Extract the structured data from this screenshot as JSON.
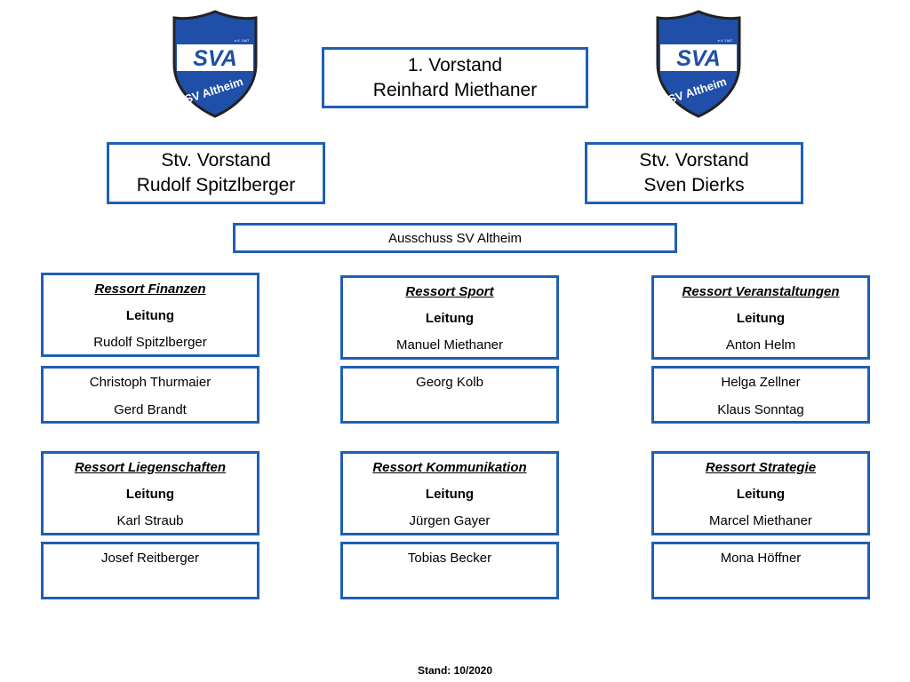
{
  "logo": {
    "top": "SVA",
    "bottom": "SV Altheim",
    "tiny": "e.V. 1947",
    "primary_color": "#1f4fa8",
    "border_color": "#222222"
  },
  "board": {
    "chair": {
      "role": "1. Vorstand",
      "name": "Reinhard Miethaner"
    },
    "vice_left": {
      "role": "Stv. Vorstand",
      "name": "Rudolf Spitzlberger"
    },
    "vice_right": {
      "role": "Stv. Vorstand",
      "name": "Sven Dierks"
    }
  },
  "committee": "Ausschuss SV Altheim",
  "lead_label": "Leitung",
  "departments": [
    {
      "title": "Ressort Finanzen",
      "lead": "Rudolf Spitzlberger",
      "members": [
        "Christoph Thurmaier",
        "Gerd Brandt"
      ]
    },
    {
      "title": "Ressort Sport",
      "lead": "Manuel Miethaner",
      "members": [
        "Georg Kolb"
      ]
    },
    {
      "title": "Ressort Veranstaltungen",
      "lead": "Anton Helm",
      "members": [
        "Helga Zellner",
        "Klaus Sonntag"
      ]
    },
    {
      "title": "Ressort Liegenschaften",
      "lead": "Karl Straub",
      "members": [
        "Josef Reitberger"
      ]
    },
    {
      "title": "Ressort Kommunikation",
      "lead": "Jürgen Gayer",
      "members": [
        "Tobias Becker"
      ]
    },
    {
      "title": "Ressort Strategie",
      "lead": "Marcel Miethaner",
      "members": [
        "Mona Höffner"
      ]
    }
  ],
  "footer": "Stand: 10/2020",
  "colors": {
    "box_border": "#1f5fb4"
  }
}
